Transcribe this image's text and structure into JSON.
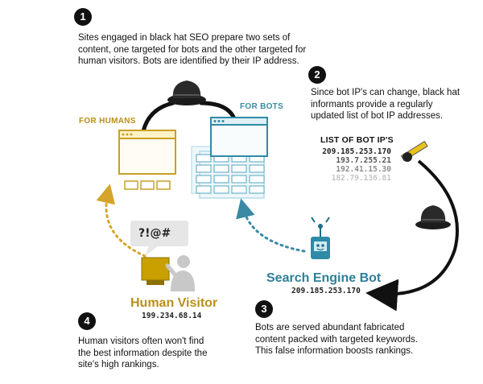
{
  "steps": [
    {
      "num": "1",
      "text_lines": [
        "Sites engaged in black hat SEO prepare two sets of",
        "content, one targeted for bots and the other targeted for",
        "human visitors. Bots are identified by their IP address."
      ]
    },
    {
      "num": "2",
      "text_lines": [
        "Since bot IP's can change, black hat",
        "informants provide a regularly",
        "updated list of bot IP addresses."
      ]
    },
    {
      "num": "3",
      "text_lines": [
        "Bots are served abundant fabricated",
        "content packed with targeted keywords.",
        "This false information boosts rankings."
      ]
    },
    {
      "num": "4",
      "text_lines": [
        "Human visitors often won't find",
        "the best information despite the",
        "site's high rankings."
      ]
    }
  ],
  "labels": {
    "for_humans": "FOR HUMANS",
    "for_bots": "FOR BOTS",
    "list_title": "LIST OF BOT IP'S",
    "bot_title": "Search Engine Bot",
    "bot_ip": "209.185.253.170",
    "human_title": "Human Visitor",
    "human_ip": "199.234.68.14",
    "bubble": "?!@#"
  },
  "ip_list": [
    {
      "ip": "209.185.253.170",
      "color": "#222222"
    },
    {
      "ip": "193.7.255.21",
      "color": "#555555"
    },
    {
      "ip": "192.41.15.30",
      "color": "#8c8c8c"
    },
    {
      "ip": "182.79.136.81",
      "color": "#c4c4c4"
    }
  ],
  "colors": {
    "gold": "#b8901a",
    "teal": "#3a8aa3",
    "dark": "#111111"
  }
}
